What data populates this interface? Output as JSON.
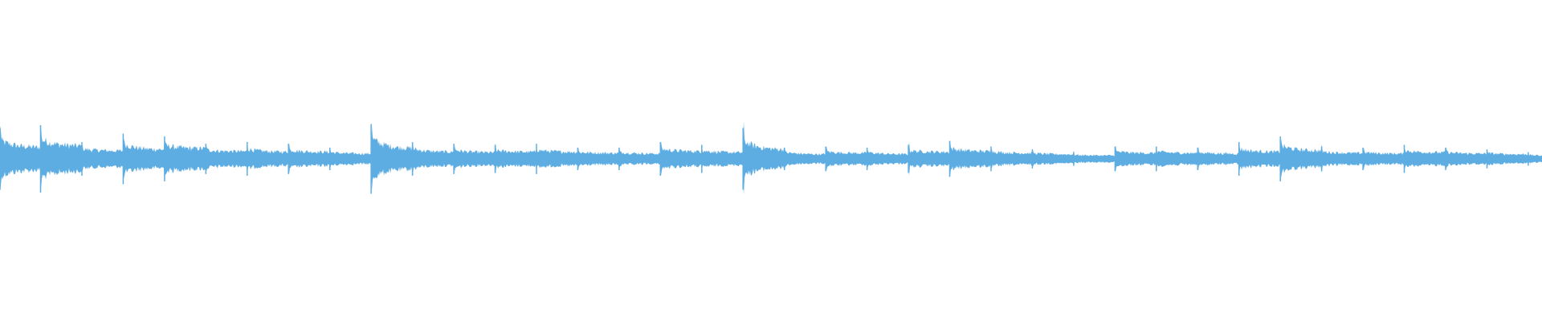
{
  "waveform": {
    "color": "#5dade2",
    "background": "#ffffff",
    "description_kind": "audio-waveform",
    "envelope": {
      "hit_interval_fraction": 0.0268,
      "hits": [
        {
          "start": 0.0,
          "peak": 0.55,
          "sustain": 0.2
        },
        {
          "start": 0.0263,
          "peak": 0.6,
          "sustain": 0.22
        },
        {
          "start": 0.0531,
          "peak": 0.3,
          "sustain": 0.14
        },
        {
          "start": 0.0799,
          "peak": 0.45,
          "sustain": 0.16
        },
        {
          "start": 0.1067,
          "peak": 0.4,
          "sustain": 0.18
        },
        {
          "start": 0.1335,
          "peak": 0.27,
          "sustain": 0.13
        },
        {
          "start": 0.1603,
          "peak": 0.3,
          "sustain": 0.12
        },
        {
          "start": 0.1871,
          "peak": 0.27,
          "sustain": 0.12
        },
        {
          "start": 0.2139,
          "peak": 0.2,
          "sustain": 0.09
        },
        {
          "start": 0.2407,
          "peak": 0.62,
          "sustain": 0.18
        },
        {
          "start": 0.2675,
          "peak": 0.3,
          "sustain": 0.12
        },
        {
          "start": 0.2943,
          "peak": 0.27,
          "sustain": 0.11
        },
        {
          "start": 0.3211,
          "peak": 0.25,
          "sustain": 0.12
        },
        {
          "start": 0.3479,
          "peak": 0.27,
          "sustain": 0.12
        },
        {
          "start": 0.3747,
          "peak": 0.2,
          "sustain": 0.1
        },
        {
          "start": 0.4015,
          "peak": 0.2,
          "sustain": 0.09
        },
        {
          "start": 0.4283,
          "peak": 0.3,
          "sustain": 0.13
        },
        {
          "start": 0.4551,
          "peak": 0.25,
          "sustain": 0.11
        },
        {
          "start": 0.4819,
          "peak": 0.55,
          "sustain": 0.16
        },
        {
          "start": 0.5087,
          "peak": 0.2,
          "sustain": 0.08
        },
        {
          "start": 0.5355,
          "peak": 0.22,
          "sustain": 0.1
        },
        {
          "start": 0.5623,
          "peak": 0.2,
          "sustain": 0.08
        },
        {
          "start": 0.5891,
          "peak": 0.25,
          "sustain": 0.12
        },
        {
          "start": 0.6159,
          "peak": 0.32,
          "sustain": 0.13
        },
        {
          "start": 0.6427,
          "peak": 0.22,
          "sustain": 0.1
        },
        {
          "start": 0.6695,
          "peak": 0.17,
          "sustain": 0.08
        },
        {
          "start": 0.6963,
          "peak": 0.12,
          "sustain": 0.06
        },
        {
          "start": 0.7231,
          "peak": 0.22,
          "sustain": 0.1
        },
        {
          "start": 0.7499,
          "peak": 0.22,
          "sustain": 0.1
        },
        {
          "start": 0.7767,
          "peak": 0.2,
          "sustain": 0.09
        },
        {
          "start": 0.8035,
          "peak": 0.3,
          "sustain": 0.12
        },
        {
          "start": 0.8303,
          "peak": 0.4,
          "sustain": 0.14
        },
        {
          "start": 0.8571,
          "peak": 0.22,
          "sustain": 0.1
        },
        {
          "start": 0.8839,
          "peak": 0.2,
          "sustain": 0.09
        },
        {
          "start": 0.9107,
          "peak": 0.25,
          "sustain": 0.11
        },
        {
          "start": 0.9375,
          "peak": 0.2,
          "sustain": 0.09
        },
        {
          "start": 0.9643,
          "peak": 0.17,
          "sustain": 0.08
        },
        {
          "start": 0.9911,
          "peak": 0.12,
          "sustain": 0.06
        }
      ]
    }
  }
}
